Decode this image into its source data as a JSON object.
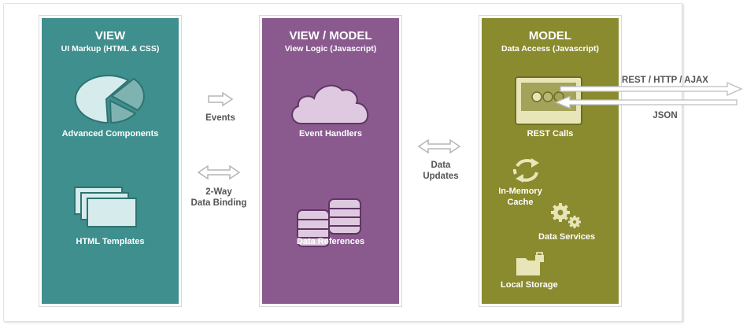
{
  "columns": {
    "view": {
      "title": "VIEW",
      "subtitle": "UI Markup (HTML & CSS)",
      "items": [
        "Advanced Components",
        "HTML Templates"
      ],
      "color": "#3e8f8d"
    },
    "view_model": {
      "title": "VIEW / MODEL",
      "subtitle": "View Logic (Javascript)",
      "items": [
        "Event Handlers",
        "Data References"
      ],
      "color": "#8a5a8f"
    },
    "model": {
      "title": "MODEL",
      "subtitle": "Data Access (Javascript)",
      "items": [
        "REST Calls",
        "In-Memory",
        "Cache",
        "Data Services",
        "Local Storage"
      ],
      "color": "#8a8a2e"
    }
  },
  "connectors": {
    "events": "Events",
    "binding_line1": "2-Way",
    "binding_line2": "Data Binding",
    "updates_line1": "Data",
    "updates_line2": "Updates",
    "rest": "REST / HTTP / AJAX",
    "json": "JSON"
  },
  "icons": [
    "pie-chart-icon",
    "templates-icon",
    "cloud-icon",
    "database-icon",
    "browser-window-icon",
    "refresh-cycle-icon",
    "gears-icon",
    "locked-folder-icon"
  ]
}
